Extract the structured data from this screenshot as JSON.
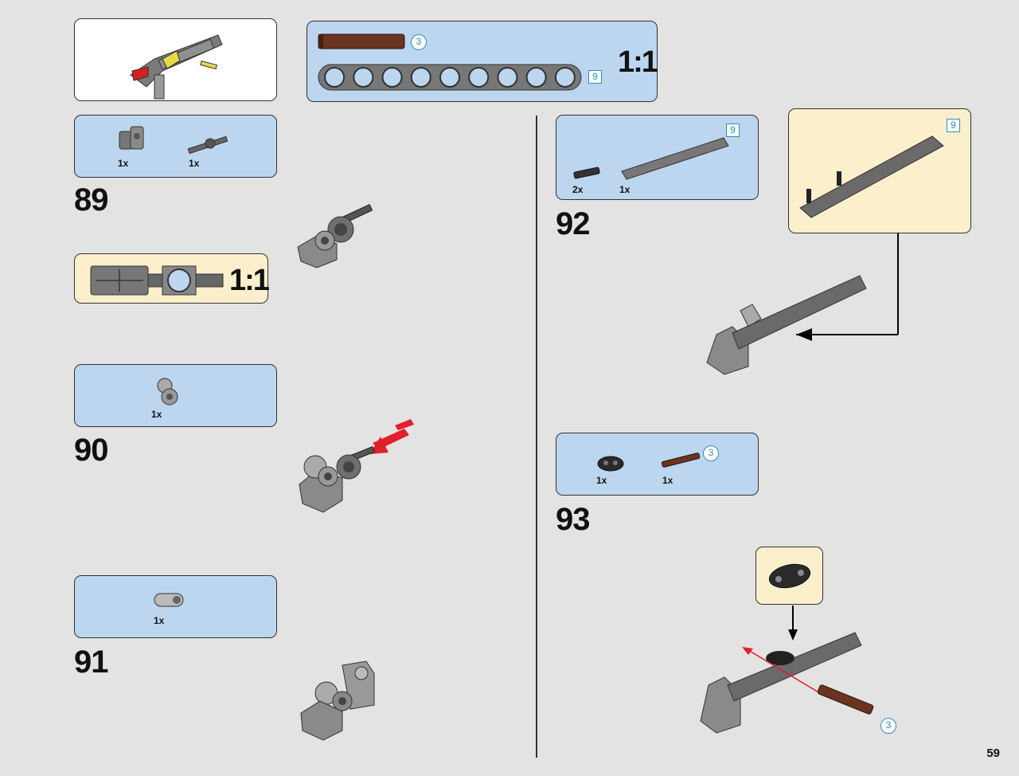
{
  "page": {
    "number": "59"
  },
  "steps": {
    "s89": {
      "number": "89",
      "parts": [
        {
          "qty": "1x",
          "icon": "connector-icon"
        },
        {
          "qty": "1x",
          "icon": "axle-pin-icon"
        }
      ]
    },
    "s90": {
      "number": "90",
      "parts": [
        {
          "qty": "1x",
          "icon": "connector-icon"
        }
      ]
    },
    "s91": {
      "number": "91",
      "parts": [
        {
          "qty": "1x",
          "icon": "connector-icon"
        }
      ]
    },
    "s92": {
      "number": "92",
      "parts": [
        {
          "qty": "2x",
          "icon": "pin-icon"
        },
        {
          "qty": "1x",
          "icon": "beam-icon"
        }
      ],
      "beam_length": "9",
      "callout_length": "9"
    },
    "s93": {
      "number": "93",
      "parts": [
        {
          "qty": "1x",
          "icon": "connector-icon"
        },
        {
          "qty": "1x",
          "icon": "axle-icon"
        }
      ],
      "axle_length": "3",
      "install_length": "3"
    }
  },
  "ruler_box": {
    "axle_length": "3",
    "beam_length": "9",
    "scale": "1:1"
  },
  "scale_box": {
    "scale": "1:1"
  },
  "colors": {
    "blue_panel": "#bcd6ef",
    "cream_panel": "#fbefcc",
    "length_badge": "#2a8fbf",
    "arrow_red": "#e0202a",
    "axle_brown": "#6b3420"
  }
}
